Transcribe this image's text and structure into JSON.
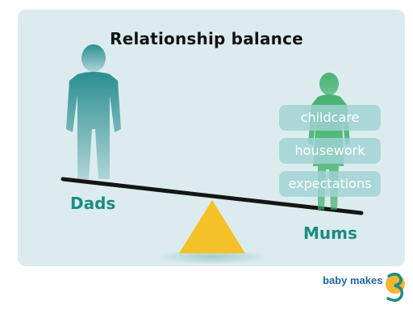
{
  "title": "Relationship balance",
  "pills": [
    "childcare",
    "housework",
    "expectations"
  ],
  "labels": {
    "left": "Dads",
    "right": "Mums"
  },
  "logo": {
    "text": "baby makes"
  },
  "colors": {
    "panel": "#dcecee",
    "beam": "#151515",
    "fulcrum": "#f4c128",
    "dad": "#2a8e92",
    "mum": "#3fb06a",
    "label": "#1d8a84",
    "pill": "#a2d2d4",
    "logo_text": "#1f67a6",
    "logo_accent": "#f2b632"
  },
  "icons": [
    "dad-figure",
    "mum-figure",
    "seesaw-beam",
    "fulcrum-triangle",
    "logo-3-mark"
  ]
}
